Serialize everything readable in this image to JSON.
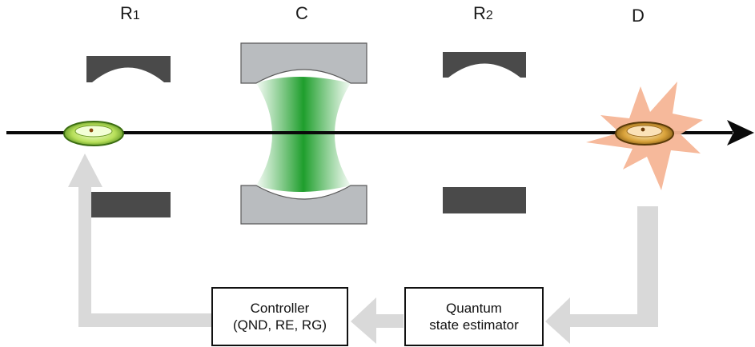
{
  "labels": {
    "r1": "R",
    "r1_sub": "1",
    "c": "C",
    "r2": "R",
    "r2_sub": "2",
    "d": "D"
  },
  "controller": {
    "line1": "Controller",
    "line2": "(QND, RE, RG)"
  },
  "estimator": {
    "line1": "Quantum",
    "line2": "state estimator"
  }
}
